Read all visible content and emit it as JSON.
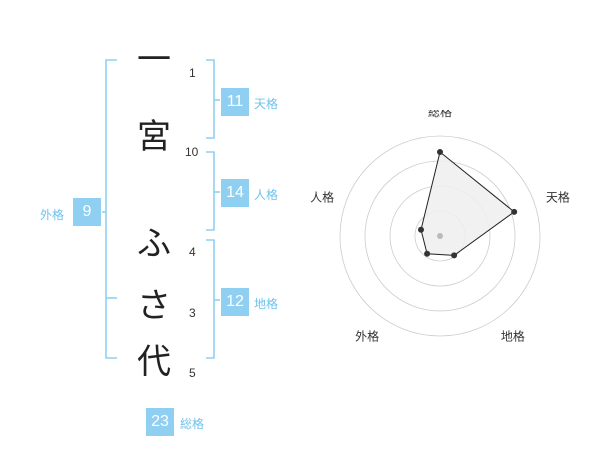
{
  "name_chars": [
    {
      "char": "一",
      "strokes": "1"
    },
    {
      "char": "宮",
      "strokes": "10"
    },
    {
      "char": "ふ",
      "strokes": "4"
    },
    {
      "char": "さ",
      "strokes": "3"
    },
    {
      "char": "代",
      "strokes": "5"
    }
  ],
  "fortune": {
    "tenkaku": {
      "label": "天格",
      "value": "11"
    },
    "jinkaku": {
      "label": "人格",
      "value": "14"
    },
    "chikaku": {
      "label": "地格",
      "value": "12"
    },
    "gaikaku": {
      "label": "外格",
      "value": "9"
    },
    "soukaku": {
      "label": "総格",
      "value": "23"
    }
  },
  "colors": {
    "accent": "#8fd0f2",
    "accent_text": "#6fc2ec",
    "bracket": "#8fd0f2",
    "radar_fill": "#eeeeee",
    "radar_line": "#222222",
    "grid": "#cccccc"
  },
  "chart_data": {
    "type": "radar",
    "axes": [
      "総格",
      "天格",
      "地格",
      "外格",
      "人格"
    ],
    "values": [
      4.2,
      3.9,
      1.2,
      1.1,
      1.0
    ],
    "max": 5,
    "rings": 4
  }
}
